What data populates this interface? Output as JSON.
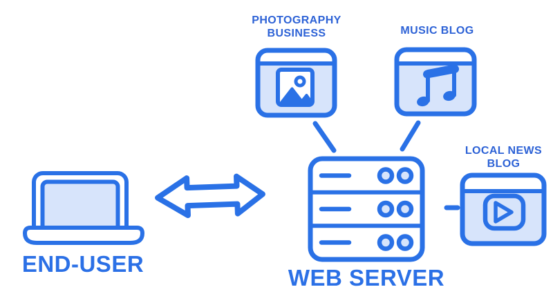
{
  "diagram": {
    "type": "architecture-diagram",
    "nodes": {
      "end_user": {
        "label": "END-USER",
        "icon": "laptop-icon"
      },
      "web_server": {
        "label": "WEB SERVER",
        "icon": "server-icon"
      },
      "photography_business": {
        "label": "PHOTOGRAPHY BUSINESS",
        "icon": "browser-photo-icon"
      },
      "music_blog": {
        "label": "MUSIC BLOG",
        "icon": "browser-music-icon"
      },
      "local_news_blog": {
        "label": "LOCAL NEWS BLOG",
        "icon": "browser-video-icon"
      }
    },
    "edges": [
      {
        "from": "end_user",
        "to": "web_server",
        "style": "double-headed-arrow"
      },
      {
        "from": "photography_business",
        "to": "web_server",
        "style": "line"
      },
      {
        "from": "music_blog",
        "to": "web_server",
        "style": "line"
      },
      {
        "from": "web_server",
        "to": "local_news_blog",
        "style": "line"
      }
    ],
    "colors": {
      "icon_stroke": "#2A71E6",
      "icon_fill_light": "#D7E4FB",
      "icon_fill_white": "#FFFFFF",
      "label_small": "#2D62D6",
      "label_large": "#2B70E6",
      "background": "#FFFFFF"
    }
  }
}
